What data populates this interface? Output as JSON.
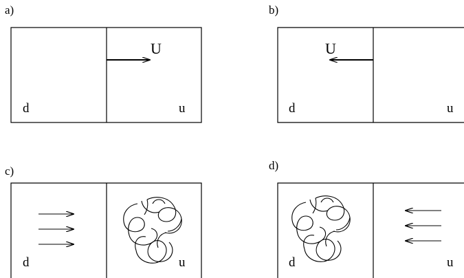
{
  "panels": {
    "a": {
      "label": "a)",
      "velocity": "U",
      "left": "d",
      "right": "u"
    },
    "b": {
      "label": "b)",
      "velocity": "U",
      "left": "d",
      "right": "u"
    },
    "c": {
      "label": "c)",
      "left": "d",
      "right": "u"
    },
    "d": {
      "label": "d)",
      "left": "d",
      "right": "u"
    }
  },
  "colors": {
    "line": "#000000",
    "background": "#ffffff"
  }
}
